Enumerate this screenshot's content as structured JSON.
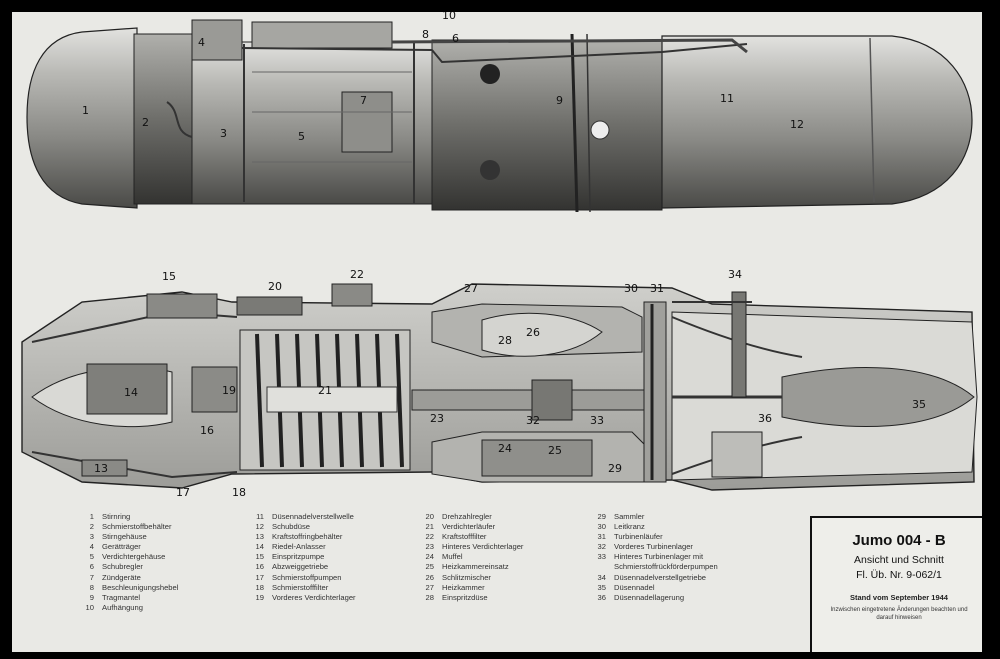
{
  "title_block": {
    "title": "Jumo 004 - B",
    "subtitle": "Ansicht und Schnitt",
    "doc_number": "Fl. Üb. Nr. 9-062/1",
    "status": "Stand vom September 1944",
    "note": "Inzwischen eingetretene Änderungen beachten und darauf hinweisen"
  },
  "legend": [
    {
      "n": "1",
      "label": "Stirnring"
    },
    {
      "n": "2",
      "label": "Schmierstoffbehälter"
    },
    {
      "n": "3",
      "label": "Stirngehäuse"
    },
    {
      "n": "4",
      "label": "Gerätträger"
    },
    {
      "n": "5",
      "label": "Verdichtergehäuse"
    },
    {
      "n": "6",
      "label": "Schubregler"
    },
    {
      "n": "7",
      "label": "Zündgeräte"
    },
    {
      "n": "8",
      "label": "Beschleunigungshebel"
    },
    {
      "n": "9",
      "label": "Tragmantel"
    },
    {
      "n": "10",
      "label": "Aufhängung"
    },
    {
      "n": "11",
      "label": "Düsennadelverstellwelle"
    },
    {
      "n": "12",
      "label": "Schubdüse"
    },
    {
      "n": "13",
      "label": "Kraftstoffringbehälter"
    },
    {
      "n": "14",
      "label": "Riedel-Anlasser"
    },
    {
      "n": "15",
      "label": "Einspritzpumpe"
    },
    {
      "n": "16",
      "label": "Abzweiggetriebe"
    },
    {
      "n": "17",
      "label": "Schmierstoffpumpen"
    },
    {
      "n": "18",
      "label": "Schmierstofffilter"
    },
    {
      "n": "19",
      "label": "Vorderes Verdichterlager"
    },
    {
      "n": "20",
      "label": "Drehzahlregler"
    },
    {
      "n": "21",
      "label": "Verdichterläufer"
    },
    {
      "n": "22",
      "label": "Kraftstofffilter"
    },
    {
      "n": "23",
      "label": "Hinteres Verdichterlager"
    },
    {
      "n": "24",
      "label": "Muffel"
    },
    {
      "n": "25",
      "label": "Heizkammereinsatz"
    },
    {
      "n": "26",
      "label": "Schlitzmischer"
    },
    {
      "n": "27",
      "label": "Heizkammer"
    },
    {
      "n": "28",
      "label": "Einspritzdüse"
    },
    {
      "n": "29",
      "label": "Sammler"
    },
    {
      "n": "30",
      "label": "Leitkranz"
    },
    {
      "n": "31",
      "label": "Turbinenläufer"
    },
    {
      "n": "32",
      "label": "Vorderes Turbinenlager"
    },
    {
      "n": "33",
      "label": "Hinteres Turbinenlager mit"
    },
    {
      "n": "",
      "label": "Schmierstoffrückförderpumpen"
    },
    {
      "n": "34",
      "label": "Düsennadelverstellgetriebe"
    },
    {
      "n": "35",
      "label": "Düsennadel"
    },
    {
      "n": "36",
      "label": "Düsennadellagerung"
    }
  ],
  "top_callouts": [
    "1",
    "2",
    "3",
    "4",
    "5",
    "6",
    "7",
    "8",
    "9",
    "10",
    "11",
    "12"
  ],
  "section_callouts": [
    "13",
    "14",
    "15",
    "16",
    "17",
    "18",
    "19",
    "20",
    "21",
    "22",
    "23",
    "24",
    "25",
    "26",
    "27",
    "28",
    "29",
    "30",
    "31",
    "32",
    "33",
    "34",
    "35",
    "36"
  ]
}
